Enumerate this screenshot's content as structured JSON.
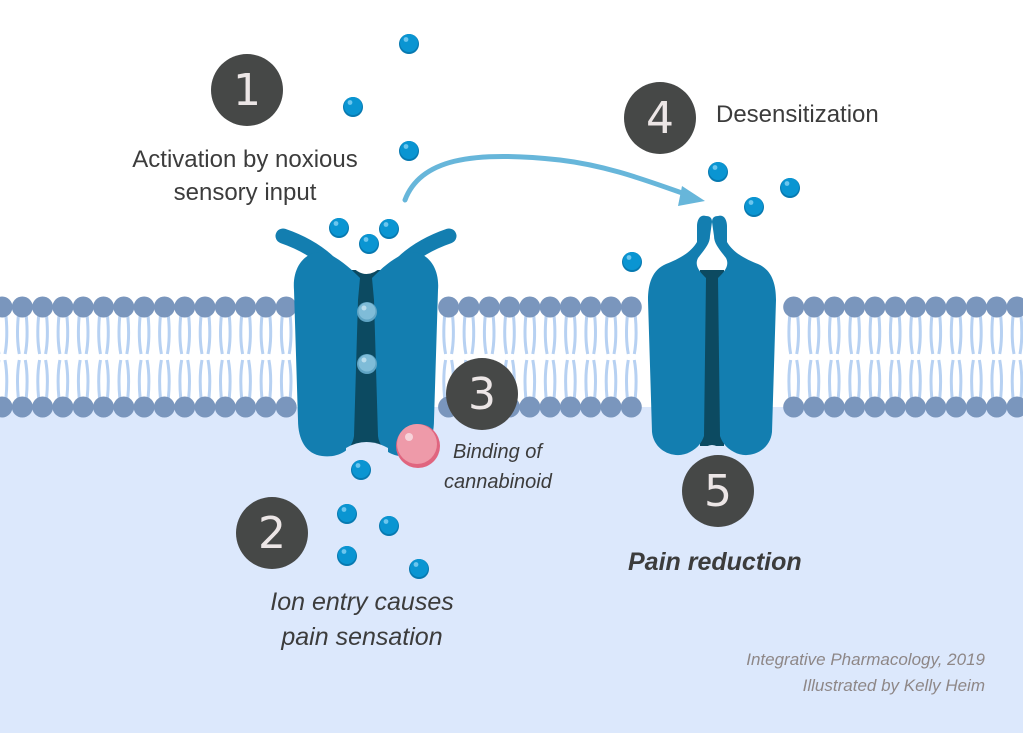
{
  "diagram": {
    "title": "Cannabinoid modulation of ion channel pain signaling",
    "colors": {
      "background_top": "#ffffff",
      "background_bottom": "#dce8fc",
      "lipid_head": "#7a96bd",
      "lipid_tail": "#b7d1f2",
      "channel_body": "#137eb0",
      "channel_pore": "#0c4a61",
      "ion": "#0a95d2",
      "ion_in_pore": "#7fbcd8",
      "cannabinoid": "#e97d92",
      "arrow": "#67b6da",
      "step_circle": "#464847",
      "step_number": "#ece6e6",
      "text": "#3c3c3c",
      "credit_text": "#8e8787"
    },
    "steps": [
      {
        "number": "1",
        "label_lines": [
          "Activation by noxious",
          "sensory input"
        ],
        "style": "normal"
      },
      {
        "number": "2",
        "label_lines": [
          "Ion entry causes",
          "pain sensation"
        ],
        "style": "italic"
      },
      {
        "number": "3",
        "label_lines": [
          "Binding of",
          "cannabinoid"
        ],
        "style": "italic"
      },
      {
        "number": "4",
        "label_lines": [
          "Desensitization"
        ],
        "style": "normal"
      },
      {
        "number": "5",
        "label_lines": [
          "Pain reduction"
        ],
        "style": "bold-italic"
      }
    ],
    "elements": {
      "membrane": "lipid bilayer",
      "channel_open": "open ion channel (activated)",
      "channel_closed": "closed ion channel (desensitized)",
      "ligand": "cannabinoid molecule",
      "arrow": "transition from activation to desensitization"
    },
    "credits": {
      "line1": "Integrative Pharmacology, 2019",
      "line2": "Illustrated by Kelly Heim"
    }
  }
}
